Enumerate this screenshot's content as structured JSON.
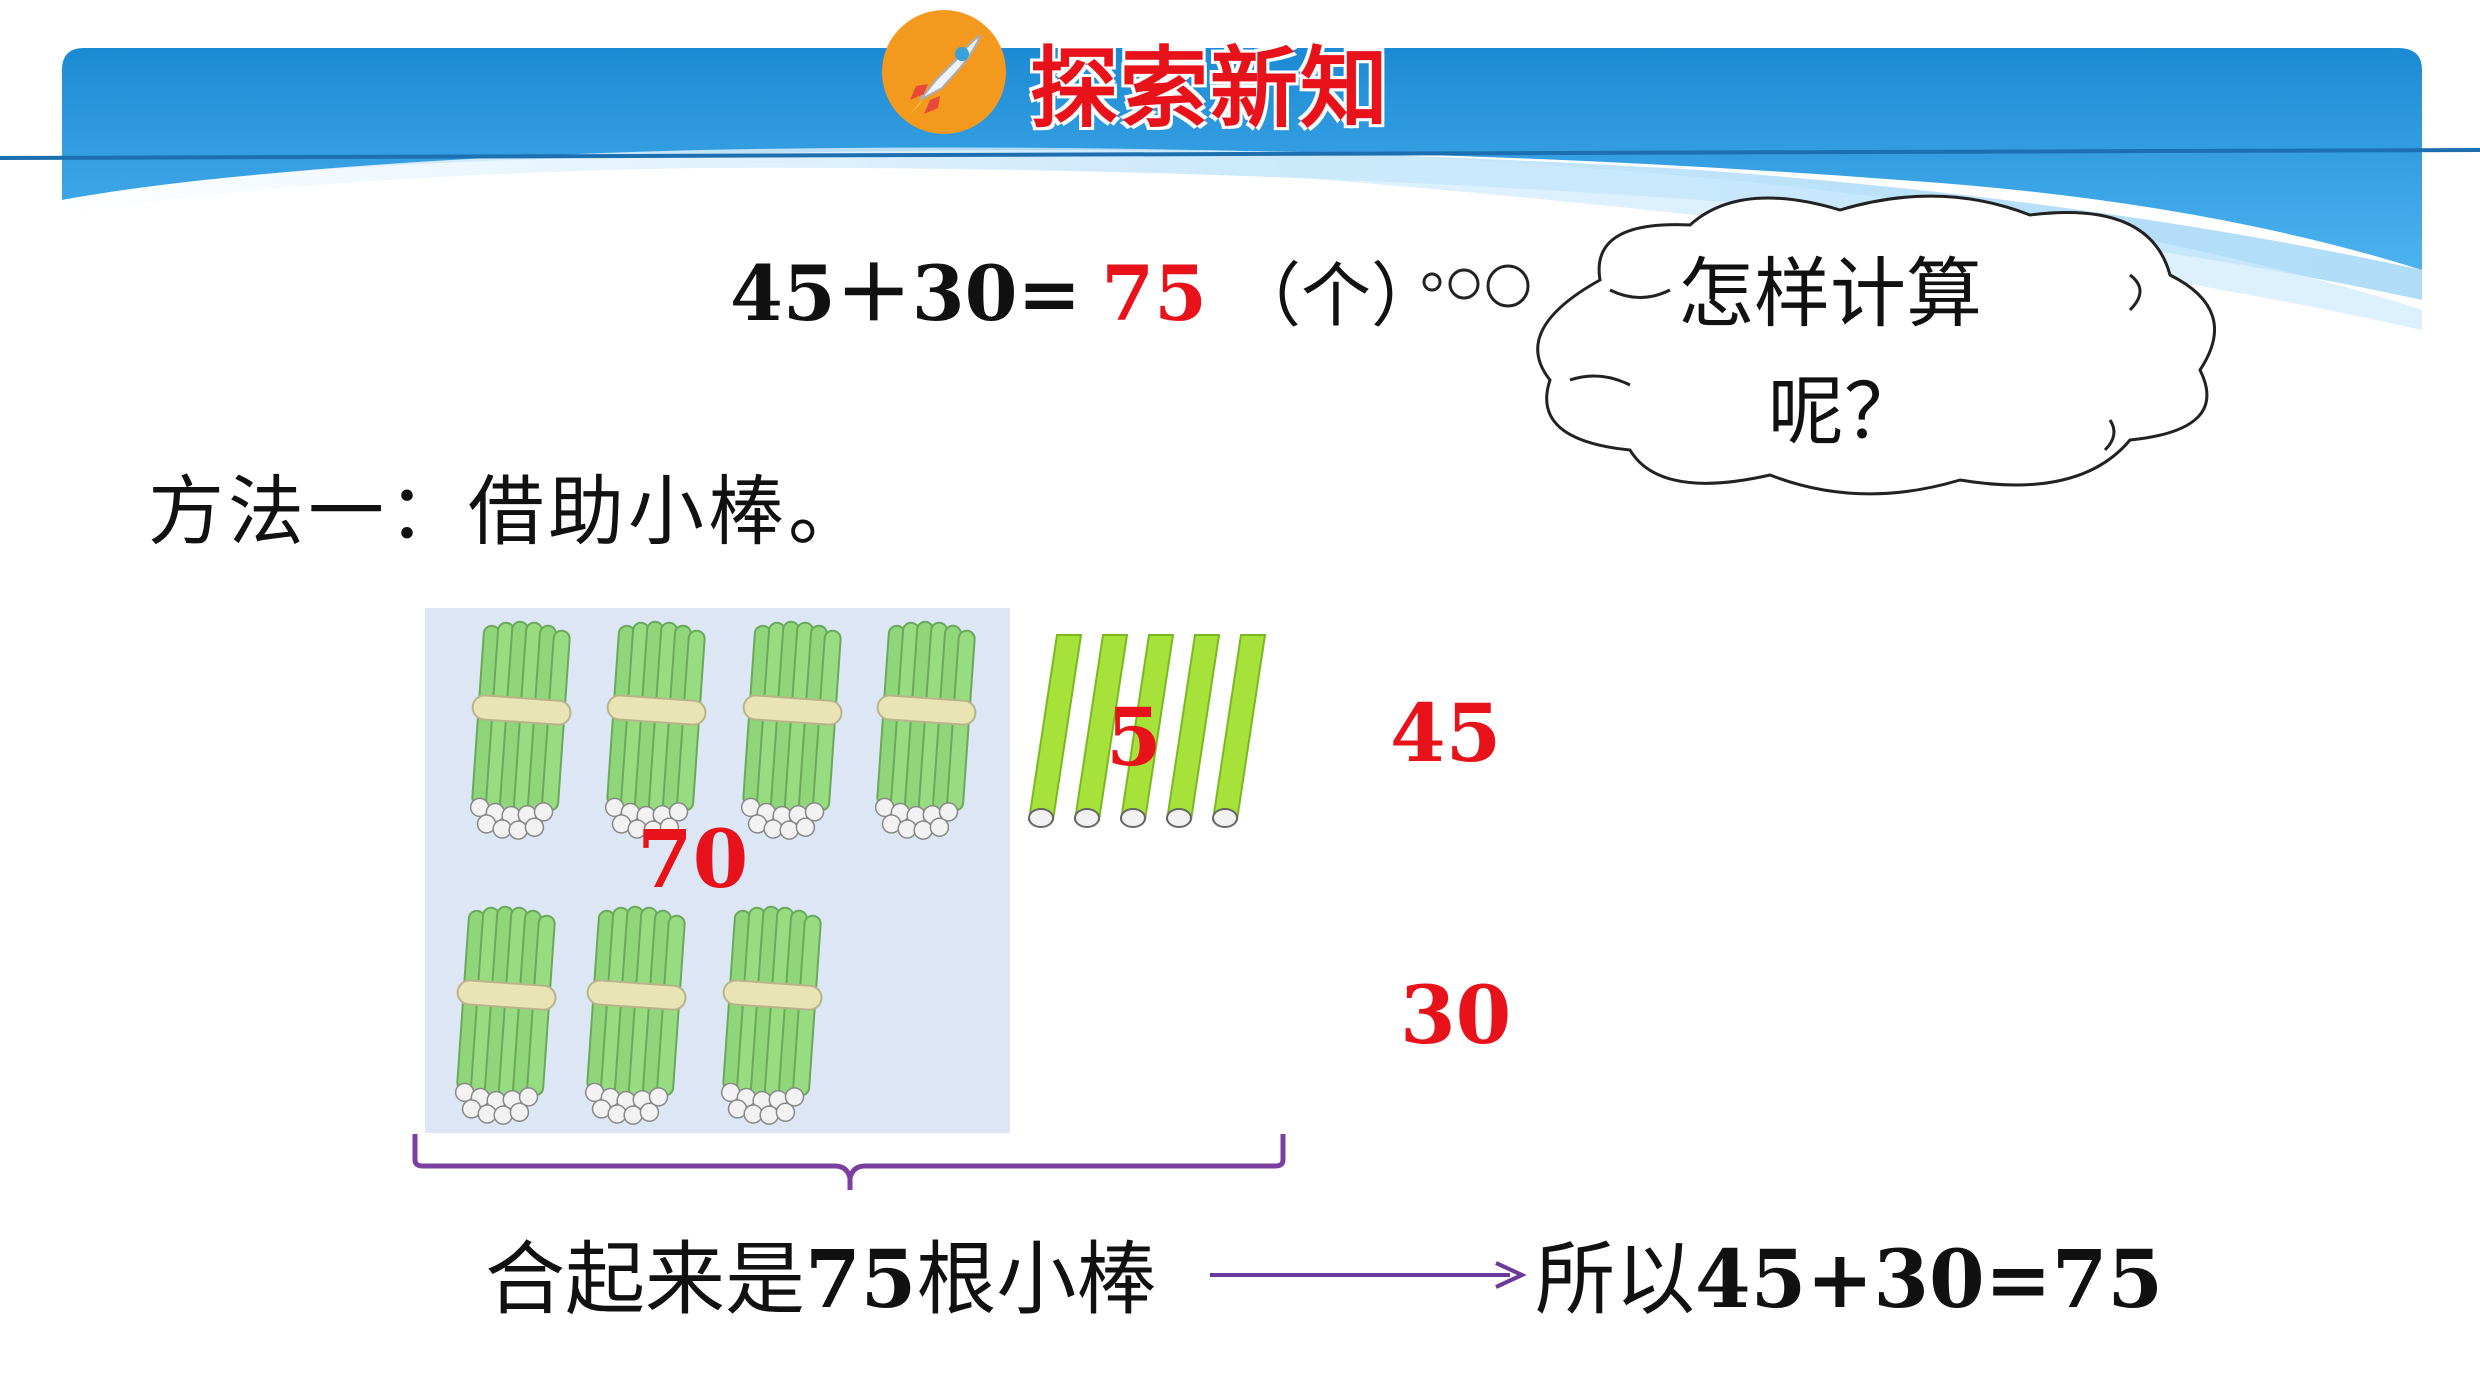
{
  "header": {
    "title": "探索新知",
    "badge_icon": "rocket-icon",
    "accent": "#e8131a",
    "banner_color": "#1e8fd6"
  },
  "equation": {
    "left": "45＋30=",
    "answer": "75",
    "unit": "（个）"
  },
  "thought_cloud": {
    "line1": "怎样计算",
    "line2": "呢？"
  },
  "method": {
    "label": "方法一：借助小棒。"
  },
  "counts": {
    "bundles_value": "70",
    "loose_value": "5",
    "first_addend": "45",
    "second_addend": "30"
  },
  "summary": {
    "text_prefix": "合起来是",
    "text_number": "75",
    "text_suffix": "根小棒",
    "result_prefix": "所以",
    "result_equation": "45+30=75"
  },
  "colors": {
    "stick_green": "#8fd67a",
    "stick_bright": "#a6e23a",
    "tie": "#e8e4b4",
    "panel": "#dce6f5",
    "brace": "#7b3fa0"
  }
}
